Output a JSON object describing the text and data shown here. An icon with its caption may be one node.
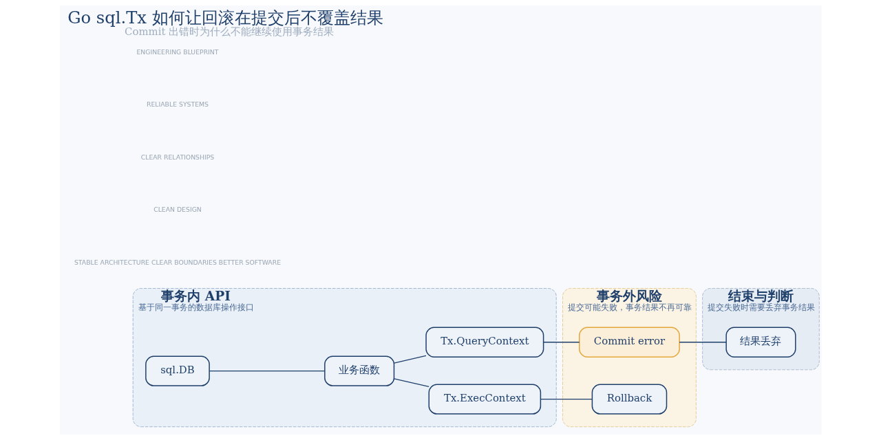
{
  "diagram": {
    "title": "Go sql.Tx 如何让回滚在提交后不覆盖结果",
    "caption": "Commit 出错时为什么不能继续使用事务结果",
    "nodes": [
      {
        "text": [
          "事务内 API",
          "基于同一事务的数据库操作接口"
        ]
      },
      {
        "text": [
          "sql.DB"
        ],
        "in": 0
      },
      {
        "text": [
          "业务函数"
        ],
        "in": 0
      },
      {
        "text": [
          "Tx.ExecContext"
        ],
        "in": 0
      },
      {
        "text": [
          "Tx.QueryContext"
        ],
        "in": 0
      },
      {
        "text": [
          "事务外风险",
          "提交可能失败，事务结果不再可靠"
        ]
      },
      {
        "text": [
          "Rollback"
        ],
        "in": 5
      },
      {
        "text": [
          "Commit error"
        ],
        "in": 5
      },
      {
        "text": [
          "结束与判断",
          "提交失败时需要丢弃事务结果"
        ]
      },
      {
        "text": [
          "结果丢弃"
        ],
        "in": 8
      }
    ],
    "edges": [
      {
        "from": 1,
        "to": 2,
        "arrow": "none"
      },
      {
        "from": 2,
        "to": 3,
        "arrow": "none"
      },
      {
        "from": 2,
        "to": 4,
        "arrow": "none"
      },
      {
        "from": 3,
        "to": 6,
        "arrow": "none"
      },
      {
        "from": 4,
        "to": 7,
        "arrow": "none"
      },
      {
        "from": 7,
        "to": 9,
        "arrow": "none"
      }
    ],
    "labels": [
      "STABLE ARCHITECTURE CLEAR BOUNDARIES BETTER SOFTWARE",
      "CLEAN DESIGN",
      "CLEAR RELATIONSHIPS",
      "RELIABLE SYSTEMS",
      "ENGINEERING BLUEPRINT"
    ]
  }
}
